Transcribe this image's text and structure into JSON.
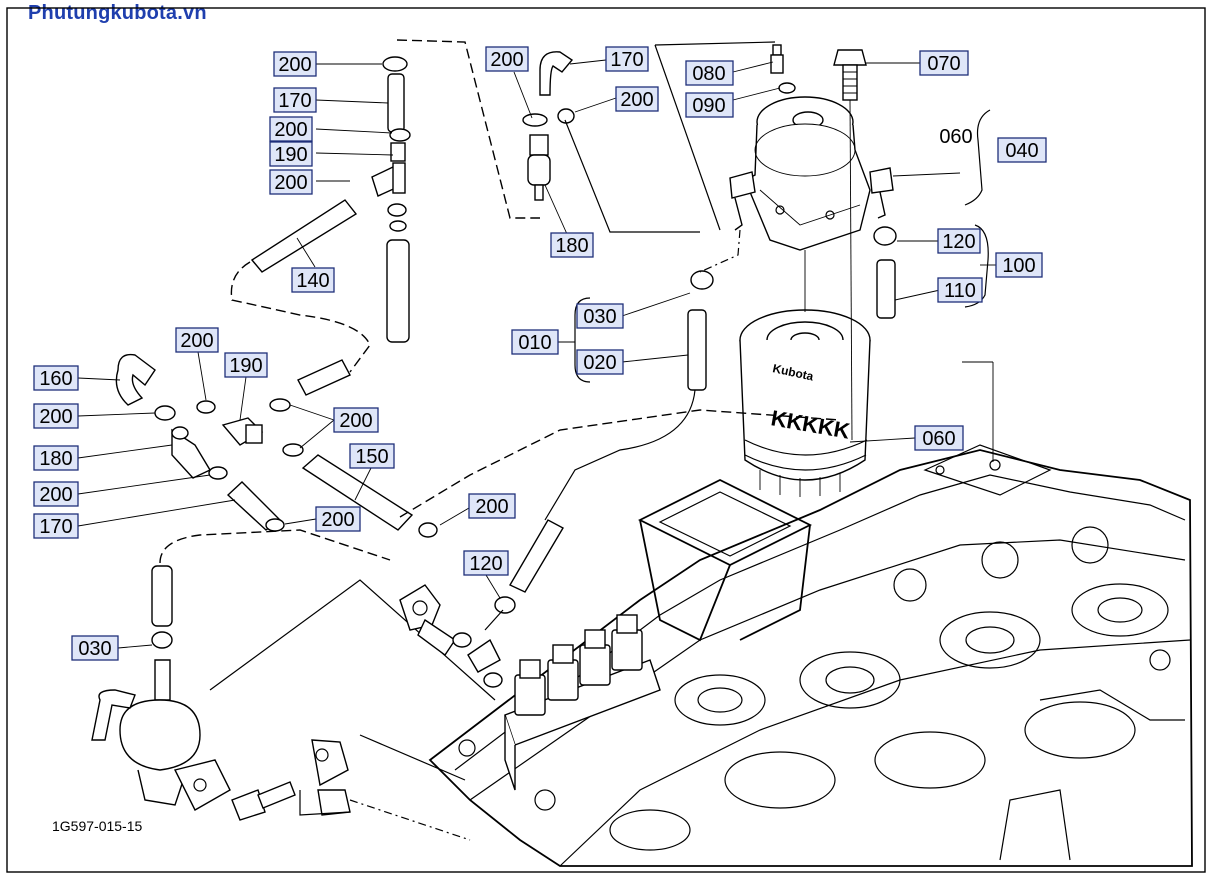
{
  "site": {
    "title": "Phutungkubota.vn"
  },
  "drawing_code": "1G597-015-15",
  "filter_brand": "Kubota",
  "filter_marks": "KKKKK",
  "labels": {
    "l200a": "200",
    "l170a": "170",
    "l200b": "200",
    "l190a": "190",
    "l200c": "200",
    "l140": "140",
    "l200d": "200",
    "l170b": "170",
    "l200e": "200",
    "l180a": "180",
    "l080": "080",
    "l090": "090",
    "l070": "070",
    "l040": "040",
    "l120a": "120",
    "l100": "100",
    "l110": "110",
    "l030a": "030",
    "l010": "010",
    "l020": "020",
    "l200f": "200",
    "l190b": "190",
    "l160": "160",
    "l200g": "200",
    "l200h": "200",
    "l180b": "180",
    "l150": "150",
    "l060b": "060",
    "l200i": "200",
    "l170c": "170",
    "l200j": "200",
    "l200k": "200",
    "l120b": "120",
    "l030b": "030"
  },
  "plain_labels": {
    "p060": "060"
  }
}
